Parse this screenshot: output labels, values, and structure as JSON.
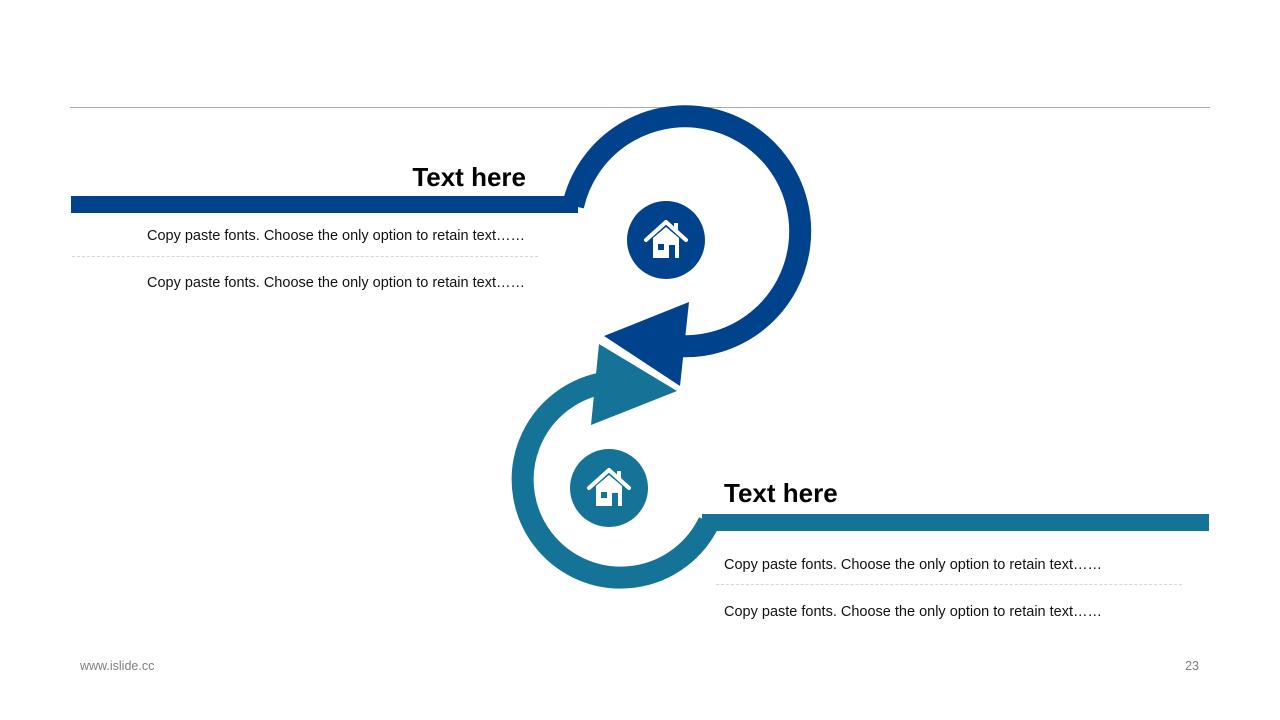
{
  "colors": {
    "primary": "#00428c",
    "secondary": "#157397",
    "rule": "#a9a9a9",
    "footer": "#7f7f7f"
  },
  "step1": {
    "title": "Text here",
    "lines": [
      "Copy paste fonts. Choose the only option to retain text……",
      "Copy paste fonts. Choose the only option to retain text……"
    ],
    "icon": "home-icon"
  },
  "step2": {
    "title": "Text here",
    "lines": [
      "Copy paste fonts. Choose the only option to retain text……",
      "Copy paste fonts. Choose the only option to retain text……"
    ],
    "icon": "home-icon"
  },
  "footer": {
    "url": "www.islide.cc",
    "page_number": "23"
  }
}
